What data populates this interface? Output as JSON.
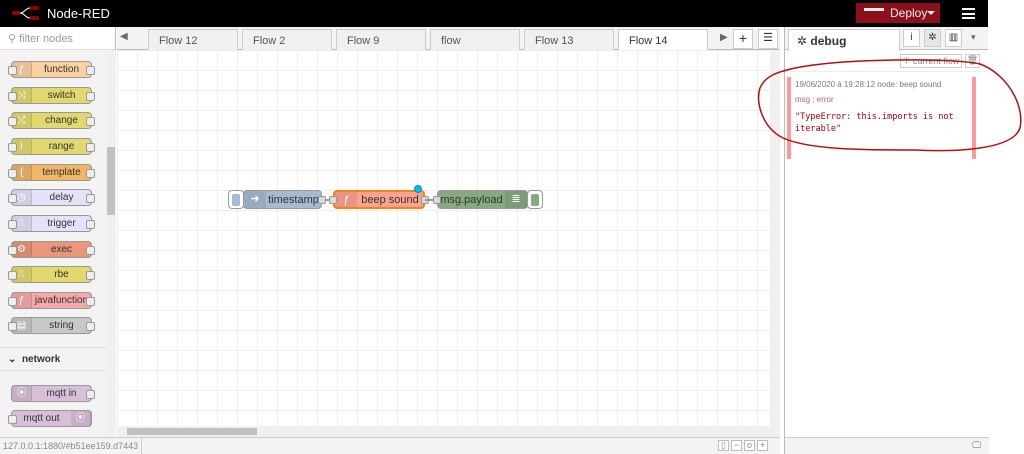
{
  "header": {
    "title": "Node-RED",
    "deploy_label": "Deploy"
  },
  "palette": {
    "filter_placeholder": "filter nodes",
    "nodes": [
      {
        "label": "function",
        "color": "#fdd0a2",
        "icon": "function-icon"
      },
      {
        "label": "switch",
        "color": "#e2d96e",
        "icon": "switch-icon"
      },
      {
        "label": "change",
        "color": "#e2d96e",
        "icon": "change-icon"
      },
      {
        "label": "range",
        "color": "#e2d96e",
        "icon": "range-icon"
      },
      {
        "label": "template",
        "color": "#f0b666",
        "icon": "template-icon"
      },
      {
        "label": "delay",
        "color": "#e6e0f8",
        "icon": "delay-icon"
      },
      {
        "label": "trigger",
        "color": "#e6e0f8",
        "icon": "trigger-icon"
      },
      {
        "label": "exec",
        "color": "#e9967a",
        "icon": "gear-icon"
      },
      {
        "label": "rbe",
        "color": "#e2d96e",
        "icon": "rbe-icon"
      },
      {
        "label": "javafunction",
        "color": "#f7a9a9",
        "icon": "function-icon"
      },
      {
        "label": "string",
        "color": "#c8c8c8",
        "icon": "string-icon"
      }
    ],
    "network_label": "network",
    "network_nodes": [
      {
        "label": "mqtt in",
        "color": "#d8bfd8"
      },
      {
        "label": "mqtt out",
        "color": "#d8bfd8"
      }
    ]
  },
  "tabs": [
    "Flow 12",
    "Flow 2",
    "Flow 9",
    "flow",
    "Flow 13",
    "Flow 14"
  ],
  "active_tab": "Flow 14",
  "flow_nodes": [
    {
      "label": "timestamp",
      "color": "#a6bbcf"
    },
    {
      "label": "beep sound",
      "color": "#fca293"
    },
    {
      "label": "msg.payload",
      "color": "#87a980"
    }
  ],
  "status": {
    "url": "127.0.0.1:1880/#b51ee159.d7443"
  },
  "sidebar": {
    "tab_label": "debug",
    "filter_label": "current flow",
    "message": {
      "meta": "19/06/2020 à 19:28:12   node: beep sound",
      "type": "msg : error",
      "value": "\"TypeError: this.imports is not iterable\""
    }
  },
  "colors": {
    "header": "#000000",
    "deploy": "#8c101c",
    "error_border": "#ff9999",
    "annotation": "#b01010"
  }
}
